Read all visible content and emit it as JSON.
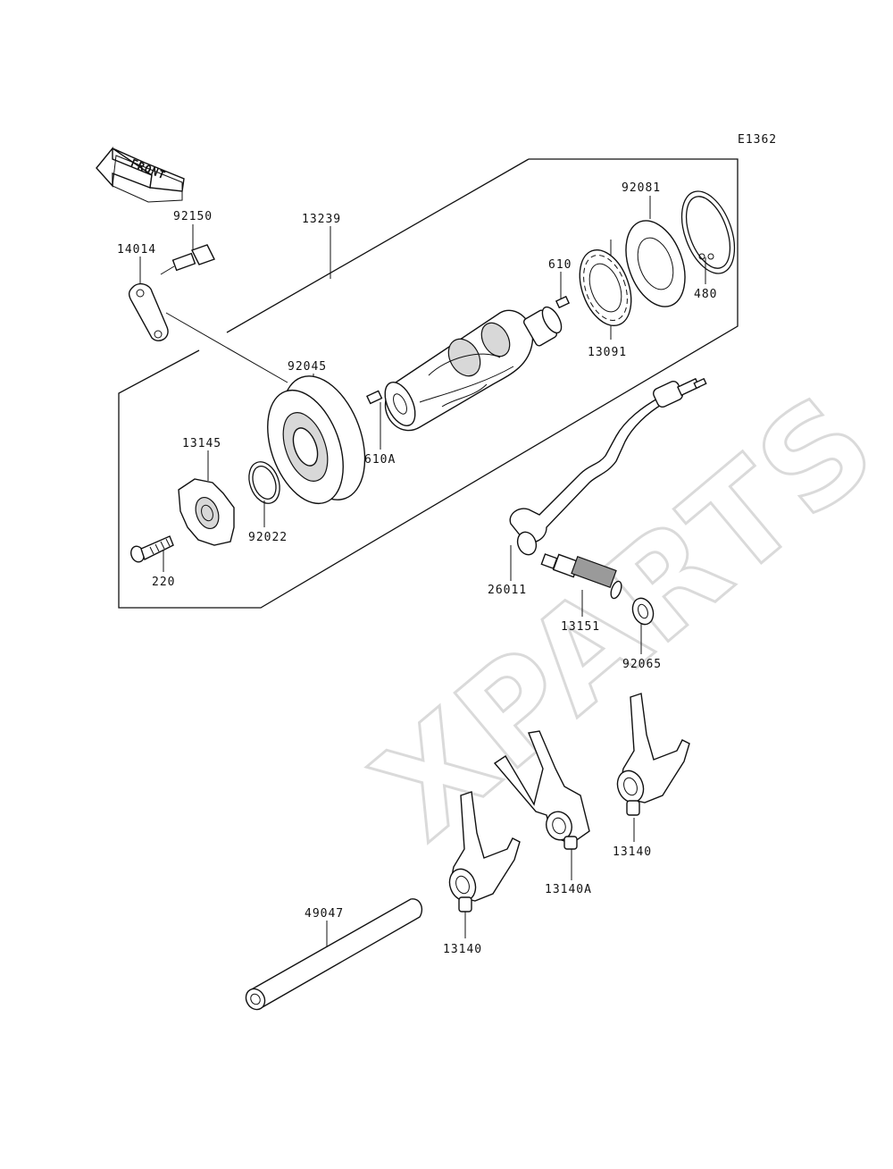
{
  "diagram_code": "E1362",
  "front_label": "FRONT",
  "watermark": "XPARTS",
  "part_labels": {
    "p92150": "92150",
    "p14014": "14014",
    "p13239": "13239",
    "p92081": "92081",
    "p610": "610",
    "p480": "480",
    "p13091": "13091",
    "p92045": "92045",
    "p610A": "610A",
    "p13145": "13145",
    "p92022": "92022",
    "p220": "220",
    "p26011": "26011",
    "p13151": "13151",
    "p92065": "92065",
    "p13140_right": "13140",
    "p13140A": "13140A",
    "p49047": "49047",
    "p13140_left": "13140"
  }
}
